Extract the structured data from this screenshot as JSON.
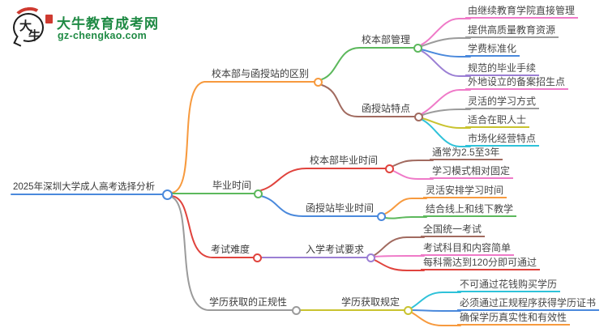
{
  "logo": {
    "mark_char1": "大",
    "mark_char2": "牛",
    "site_name": "大牛教育成考网",
    "site_url": "gz-chengkao.com"
  },
  "palette": {
    "blue": "#4a89dc",
    "orange": "#f79a3e",
    "green": "#5cb85c",
    "red": "#e0433d",
    "brown": "#a16a5f",
    "pink": "#ef7ac8",
    "gray": "#9b9b9b",
    "purple": "#9b7fd4",
    "olive": "#c9c32f",
    "cyan": "#2fc2d9",
    "logo_green": "#1f8a44",
    "seal_red": "#cf3a30"
  },
  "mindmap": {
    "root": {
      "label": "2025年深圳大学成人高考选择分析"
    },
    "branches": [
      {
        "label": "校本部与函授站的区别",
        "children": [
          {
            "label": "校本部管理",
            "leaves": [
              "由继续教育学院直接管理",
              "提供高质量教育资源",
              "学费标准化",
              "规范的毕业手续"
            ]
          },
          {
            "label": "函授站特点",
            "leaves": [
              "外地设立的备案招生点",
              "灵活的学习方式",
              "适合在职人士",
              "市场化经营特点"
            ]
          }
        ]
      },
      {
        "label": "毕业时间",
        "children": [
          {
            "label": "校本部毕业时间",
            "leaves": [
              "通常为2.5至3年",
              "学习模式相对固定"
            ]
          },
          {
            "label": "函授站毕业时间",
            "leaves": [
              "灵活安排学习时间",
              "结合线上和线下教学"
            ]
          }
        ]
      },
      {
        "label": "考试难度",
        "children": [
          {
            "label": "入学考试要求",
            "leaves": [
              "全国统一考试",
              "考试科目和内容简单",
              "每科需达到120分即可通过"
            ]
          }
        ]
      },
      {
        "label": "学历获取的正规性",
        "children": [
          {
            "label": "学历获取规定",
            "leaves": [
              "不可通过花钱购买学历",
              "必须通过正规程序获得学历证书",
              "确保学历真实性和有效性"
            ]
          }
        ]
      }
    ]
  }
}
